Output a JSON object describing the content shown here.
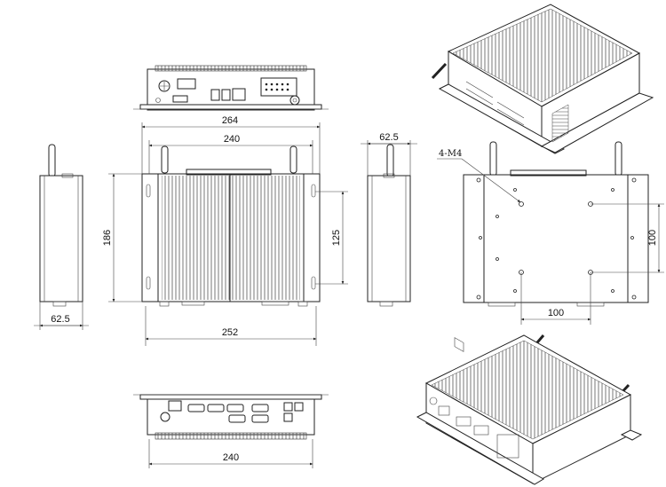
{
  "dimensions": {
    "top_width_outer": "264",
    "top_width_inner": "240",
    "height_left": "186",
    "hole_spacing_vertical": "125",
    "width_bottom": "252",
    "side_depth_left": "62.5",
    "side_depth_right": "62.5",
    "mount_hole_label": "4-M4",
    "mount_spacing_vertical": "100",
    "mount_spacing_horizontal": "100",
    "rear_width": "240"
  },
  "colors": {
    "line": "#222222",
    "fin": "#666666",
    "paper": "#ffffff"
  }
}
